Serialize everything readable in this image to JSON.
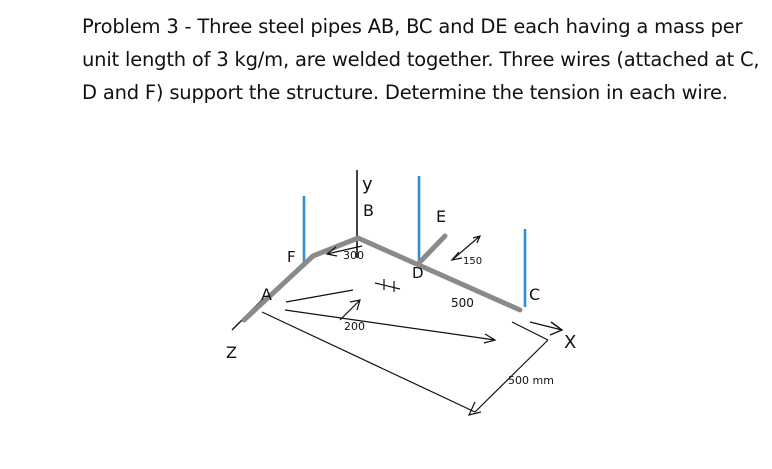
{
  "problem": {
    "lines": [
      "Problem 3 - Three steel pipes AB, BC and DE each having a mass per",
      "unit length of 3 kg/m, are welded together. Three wires (attached at C,",
      "D and F) support the structure. Determine the tension in each wire."
    ]
  },
  "figure": {
    "axes": {
      "y": "y",
      "x": "X",
      "z": "Z"
    },
    "points": {
      "A": "A",
      "B": "B",
      "C": "C",
      "D": "D",
      "E": "E",
      "F": "F"
    },
    "dims": {
      "d300": "300",
      "d150": "150",
      "d200": "200",
      "d500": "500",
      "d500mm": "500 mm"
    },
    "colors": {
      "pipe": "#8a8a8a",
      "wire": "#2f8fd6",
      "ink": "#111111"
    }
  }
}
